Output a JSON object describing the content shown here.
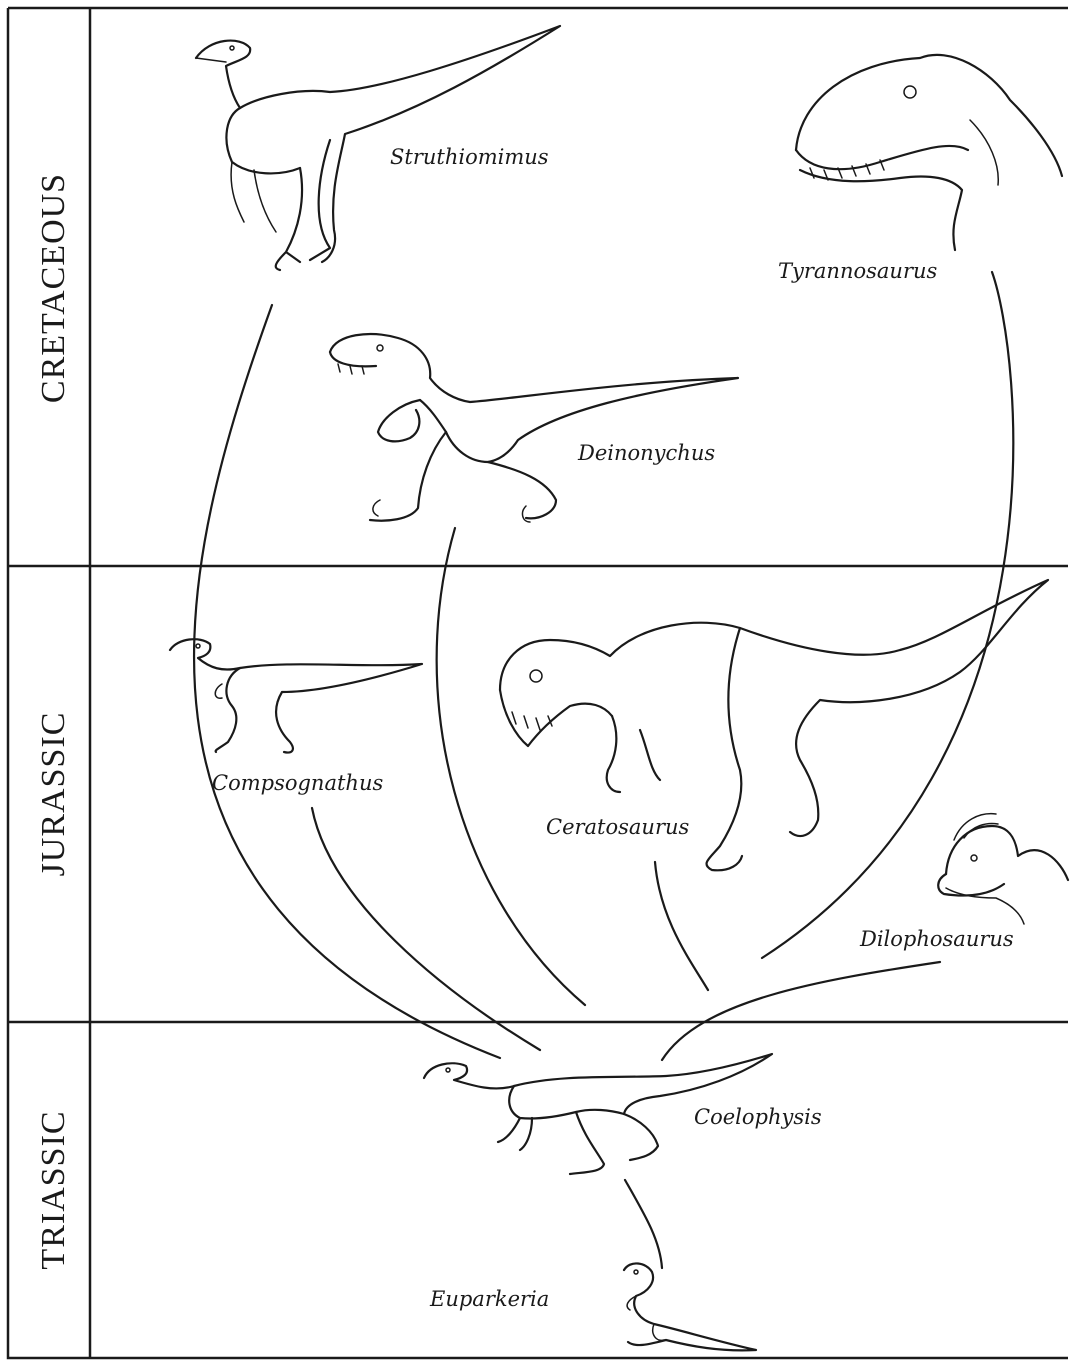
{
  "periods": {
    "cretaceous": "CRETACEOUS",
    "jurassic": "JURASSIC",
    "triassic": "TRIASSIC"
  },
  "taxa": {
    "struthiomimus": "Struthiomimus",
    "tyrannosaurus": "Tyrannosaurus",
    "deinonychus": "Deinonychus",
    "compsognathus": "Compsognathus",
    "ceratosaurus": "Ceratosaurus",
    "dilophosaurus": "Dilophosaurus",
    "coelophysis": "Coelophysis",
    "euparkeria": "Euparkeria"
  }
}
